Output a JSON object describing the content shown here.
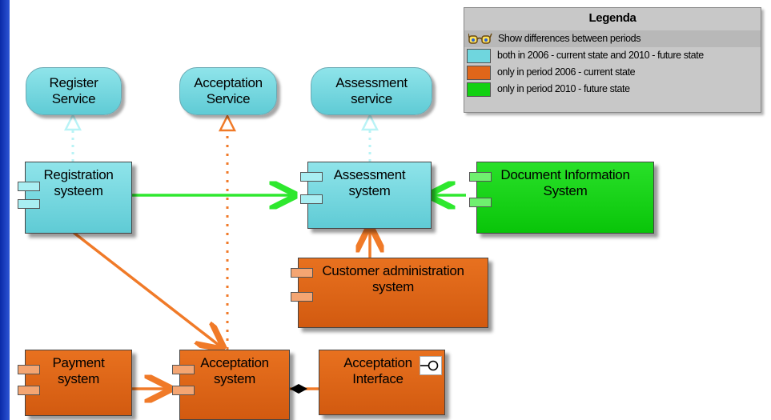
{
  "services": {
    "register": "Register\nService",
    "acceptation": "Acceptation\nService",
    "assessment": "Assessment\nservice"
  },
  "components": {
    "registration": "Registration\nsysteem",
    "assessment": "Assessment\nsystem",
    "document_information": "Document Information\nSystem",
    "customer_administration": "Customer administration\nsystem",
    "payment": "Payment\nsystem",
    "acceptation": "Acceptation\nsystem",
    "acceptation_interface": "Acceptation\nInterface"
  },
  "legend": {
    "title": "Legenda",
    "show_differences": "Show differences between periods",
    "entries": [
      {
        "label": "both in 2006 - current state and 2010 - future state",
        "color": "#6fd6de"
      },
      {
        "label": "only in period 2006 - current state",
        "color": "#e0661a"
      },
      {
        "label": "only in period 2010 - future state",
        "color": "#12d112"
      }
    ]
  },
  "colors": {
    "cyan": "#6fd6de",
    "orange": "#e0661a",
    "green": "#12d112",
    "arrow_green": "#2ee82e",
    "arrow_orange": "#f07a28",
    "arrow_cyan": "#b9f3f6"
  },
  "icons": [
    "glasses-icon",
    "component-icon",
    "interface-lollipop-icon",
    "composition-diamond-icon"
  ]
}
